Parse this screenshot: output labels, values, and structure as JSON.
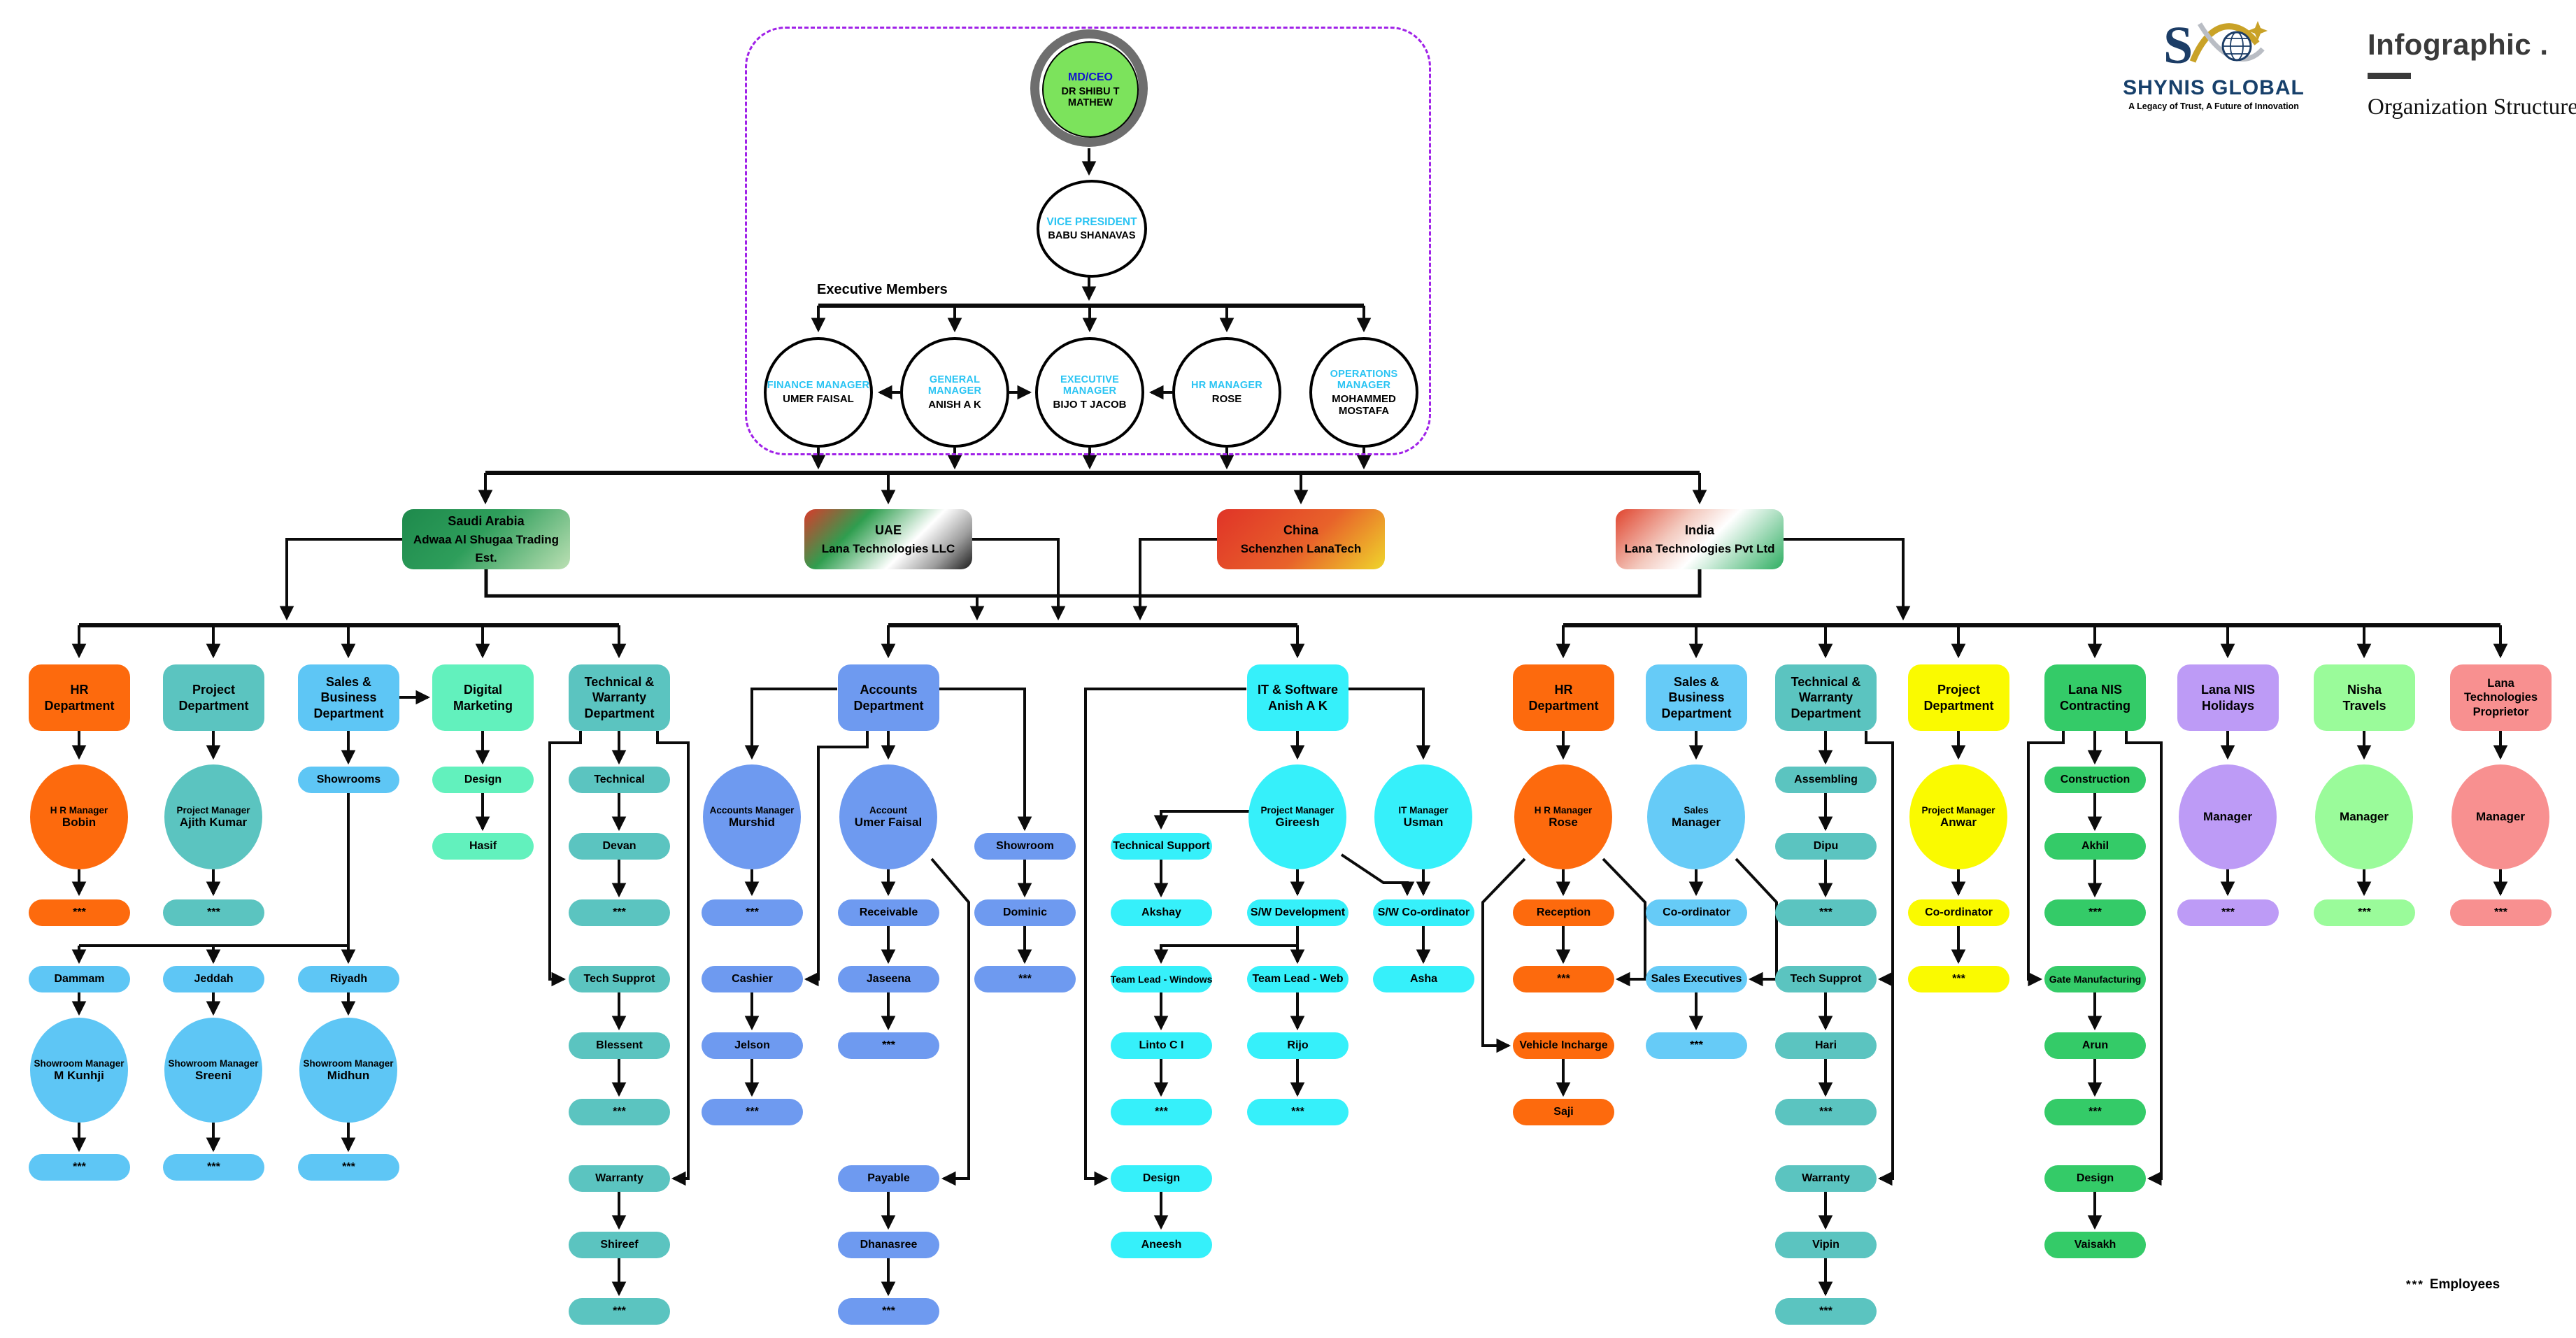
{
  "branding": {
    "monogram": "S",
    "logo_text": "SHYNIS GLOBAL",
    "logo_tagline": "A Legacy of Trust, A Future of Innovation",
    "title": "Infographic .",
    "subtitle": "Organization Structure"
  },
  "legend": {
    "symbol": "***",
    "label": "Employees"
  },
  "top": {
    "ceo": {
      "role": "MD/CEO",
      "name": "DR SHIBU T MATHEW"
    },
    "vp": {
      "role": "VICE PRESIDENT",
      "name": "BABU SHANAVAS"
    },
    "executives_label": "Executive Members",
    "executives": [
      {
        "role": "FINANCE MANAGER",
        "name": "UMER FAISAL"
      },
      {
        "role": "GENERAL MANAGER",
        "name": "ANISH A K"
      },
      {
        "role": "EXECUTIVE MANAGER",
        "name": "BIJO T JACOB"
      },
      {
        "role": "HR MANAGER",
        "name": "ROSE"
      },
      {
        "role": "OPERATIONS MANAGER",
        "name": "MOHAMMED MOSTAFA"
      }
    ]
  },
  "countries": [
    {
      "name": "Saudi Arabia",
      "company": "Adwaa Al Shugaa Trading Est."
    },
    {
      "name": "UAE",
      "company": "Lana Technologies LLC"
    },
    {
      "name": "China",
      "company": "Schenzhen LanaTech"
    },
    {
      "name": "India",
      "company": "Lana Technologies Pvt Ltd"
    }
  ],
  "saudi": {
    "hr": {
      "title": "HR\nDepartment",
      "manager_role": "H R Manager",
      "manager_name": "Bobin",
      "employees": "***"
    },
    "project": {
      "title": "Project\nDepartment",
      "manager_role": "Project Manager",
      "manager_name": "Ajith Kumar",
      "employees": "***"
    },
    "sales": {
      "title": "Sales & Business\nDepartment",
      "showrooms": "Showrooms"
    },
    "branches": [
      {
        "city": "Dammam",
        "manager_role": "Showroom Manager",
        "manager_name": "M Kunhji",
        "employees": "***"
      },
      {
        "city": "Jeddah",
        "manager_role": "Showroom Manager",
        "manager_name": "Sreeni",
        "employees": "***"
      },
      {
        "city": "Riyadh",
        "manager_role": "Showroom Manager",
        "manager_name": "Midhun",
        "employees": "***"
      }
    ],
    "digital": {
      "title": "Digital\nMarketing",
      "items": [
        "Design",
        "Hasif"
      ]
    },
    "technical": {
      "title": "Technical &\nWarranty\nDepartment",
      "chain": [
        "Technical",
        "Devan",
        "***",
        "Tech Supprot",
        "Blessent",
        "***",
        "Warranty",
        "Shireef",
        "***"
      ]
    }
  },
  "accounts": {
    "title": "Accounts\nDepartment",
    "manager1_role": "Accounts Manager",
    "manager1_name": "Murshid",
    "manager1_employees": "***",
    "cashier_chain": [
      "Cashier",
      "Jelson",
      "***"
    ],
    "manager2_role": "Account",
    "manager2_name": "Umer Faisal",
    "receivable_chain": [
      "Receivable",
      "Jaseena",
      "***"
    ],
    "payable_chain": [
      "Payable",
      "Dhanasree",
      "***"
    ],
    "showroom_chain": [
      "Showroom",
      "Dominic",
      "***"
    ]
  },
  "it": {
    "title": "IT & Software\nAnish A K",
    "pm_role": "Project Manager",
    "pm_name": "Gireesh",
    "itm_role": "IT Manager",
    "itm_name": "Usman",
    "support_chain": [
      "Technical Support",
      "Akshay"
    ],
    "dev": "S/W Development",
    "windows_chain": [
      "Team Lead - Windows",
      "Linto C I",
      "***"
    ],
    "web_chain": [
      "Team Lead - Web",
      "Rijo",
      "***"
    ],
    "coordinator_chain": [
      "S/W Co-ordinator",
      "Asha"
    ],
    "design_chain": [
      "Design",
      "Aneesh"
    ]
  },
  "india": {
    "hr": {
      "title": "HR\nDepartment",
      "manager_role": "H R Manager",
      "manager_name": "Rose",
      "chain": [
        "Reception",
        "***"
      ],
      "vehicle_chain": [
        "Vehicle Incharge",
        "Saji"
      ]
    },
    "sales": {
      "title": "Sales & Business\nDepartment",
      "manager_role": "Sales",
      "manager_name": "Manager",
      "chain": [
        "Co-ordinator",
        "Sales Executives",
        "***"
      ]
    },
    "technical": {
      "title": "Technical &\nWarranty\nDepartment",
      "chain": [
        "Assembling",
        "Dipu",
        "***",
        "Tech Supprot",
        "Hari",
        "***",
        "Warranty",
        "Vipin",
        "***"
      ]
    },
    "project": {
      "title": "Project\nDepartment",
      "manager_role": "Project Manager",
      "manager_name": "Anwar",
      "chain": [
        "Co-ordinator",
        "***"
      ]
    },
    "contracting": {
      "title": "Lana NIS\nContracting",
      "chain": [
        "Construction",
        "Akhil",
        "***",
        "Gate Manufacturing",
        "Arun",
        "***",
        "Design",
        "Vaisakh"
      ]
    },
    "holidays": {
      "title": "Lana NIS\nHolidays",
      "manager_name": "Manager",
      "employees": "***"
    },
    "travels": {
      "title": "Nisha\nTravels",
      "manager_name": "Manager",
      "employees": "***"
    },
    "proprietor": {
      "title": "Lana Technologies\nProprietor",
      "manager_name": "Manager",
      "employees": "***"
    }
  },
  "colors": {
    "hr_orange": "#FD6A0D",
    "teal": "#5BC4C0",
    "sky_blue": "#5EC6F5",
    "mint": "#62F1BD",
    "cornflower": "#6E9AF0",
    "cyan": "#36F0FA",
    "light_blue": "#66CBF7",
    "yellow": "#FAFA00",
    "green": "#34CB68",
    "violet": "#BD9BF6",
    "light_green": "#9AFB9A",
    "salmon": "#F89090",
    "ceo_fill": "#7CE35C",
    "role_blue": "#1313CE",
    "role_cyan": "#2AC4F3",
    "dashed_frame": "#A021E8",
    "logo_navy": "#17406B",
    "line_black": "#0B0B0B"
  }
}
